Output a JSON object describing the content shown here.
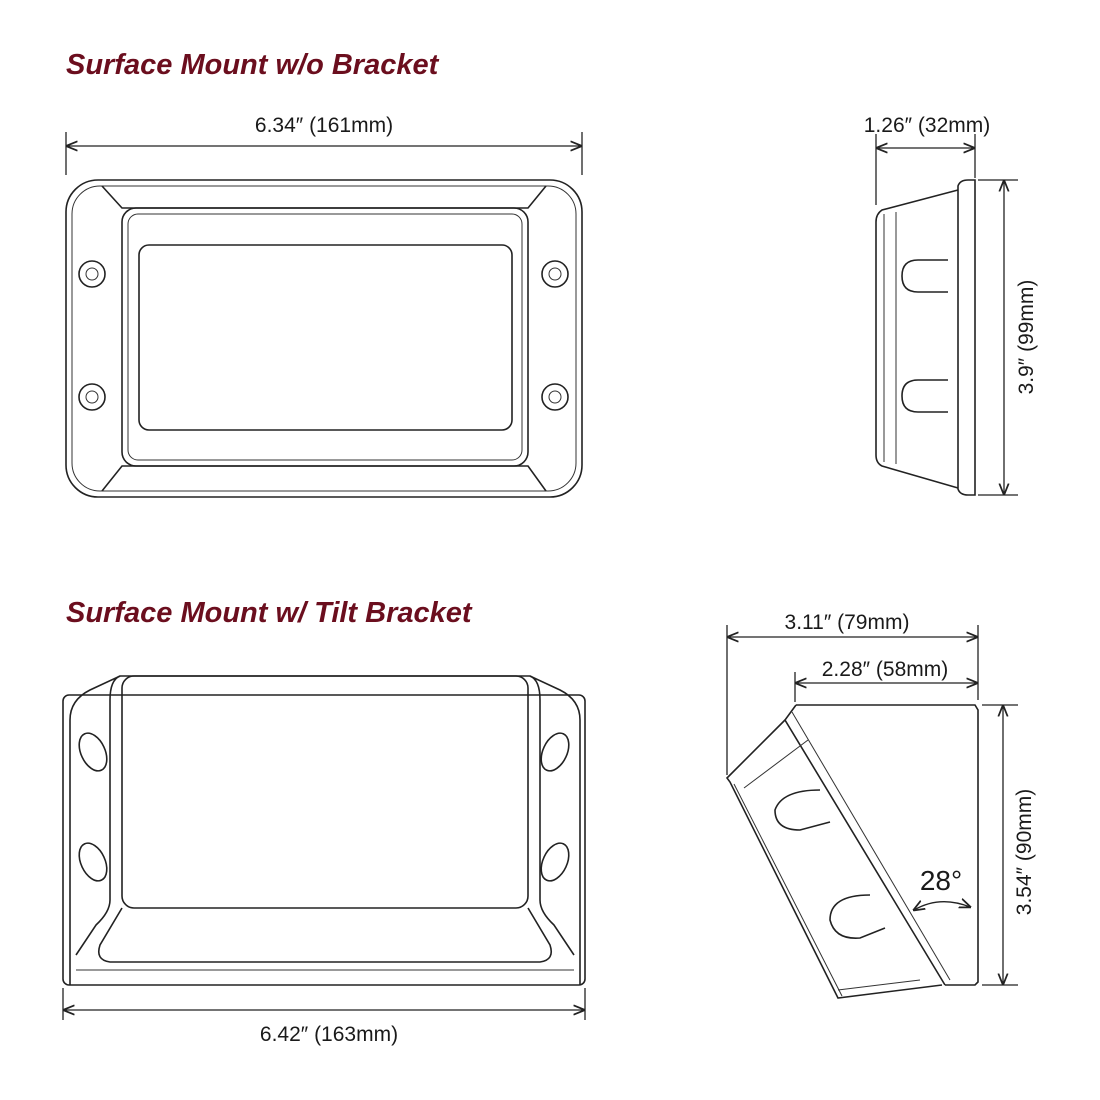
{
  "sections": [
    {
      "title": "Surface Mount w/o Bracket",
      "front_width": "6.34″ (161mm)",
      "side_depth": "1.26″ (32mm)",
      "side_height": "3.9″ (99mm)"
    },
    {
      "title": "Surface Mount w/ Tilt Bracket",
      "front_width": "6.42″ (163mm)",
      "side_depth_overall": "3.11″ (79mm)",
      "side_depth_bracket": "2.28″ (58mm)",
      "side_height": "3.54″ (90mm)",
      "tilt_angle": "28°"
    }
  ],
  "colors": {
    "title": "#6b0e1e",
    "line": "#222222"
  }
}
